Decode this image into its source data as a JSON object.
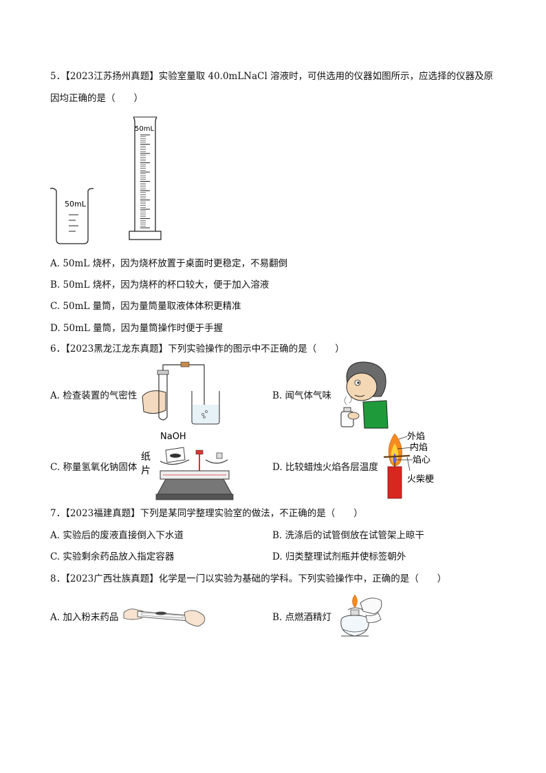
{
  "q5": {
    "stem1": "5．【2023江苏扬州真题】实验室量取 40.0mLNaCl 溶液时，可供选用的仪器如图所示，应选择的仪器及原",
    "stem2": "因均正确的是（　　）",
    "beaker_label": "50mL",
    "cylinder_label": "50mL",
    "options": [
      "A. 50mL 烧杯，因为烧杯放置于桌面时更稳定，不易翻倒",
      "B. 50mL 烧杯，因为烧杯的杯口较大，便于加入溶液",
      "C. 50mL 量筒，因为量筒量取液体体积更精准",
      "D. 50mL 量筒，因为量筒操作时便于手握"
    ]
  },
  "q6": {
    "stem": "6．【2023黑龙江龙东真题】下列实验操作的图示中不正确的是（　　）",
    "optA": "A.  检查装置的气密性",
    "optB": "B.  闻气体气味",
    "optC": "C.  称量氢氧化钠固体",
    "optD": "D.  比较蜡烛火焰各层温度",
    "naoh_label": "NaOH",
    "paper_label_1": "纸",
    "paper_label_2": "片",
    "flame_outer": "外焰",
    "flame_inner": "内焰",
    "flame_core": "焰心",
    "match_stick": "火柴梗"
  },
  "q7": {
    "stem": "7．【2023福建真题】下列是某同学整理实验室的做法，不正确的是（　　）",
    "optA": "A.  实验后的废液直接倒入下水道",
    "optB": "B.  洗涤后的试管倒放在试管架上晾干",
    "optC": "C.  实验剩余药品放入指定容器",
    "optD": "D.  归类整理试剂瓶并使标签朝外"
  },
  "q8": {
    "stem": "8．【2023广西壮族真题】化学是一门以实验为基础的学科。下列实验操作中，正确的是（　　）",
    "optA": "A.  加入粉末药品",
    "optB": "B.  点燃酒精灯"
  }
}
